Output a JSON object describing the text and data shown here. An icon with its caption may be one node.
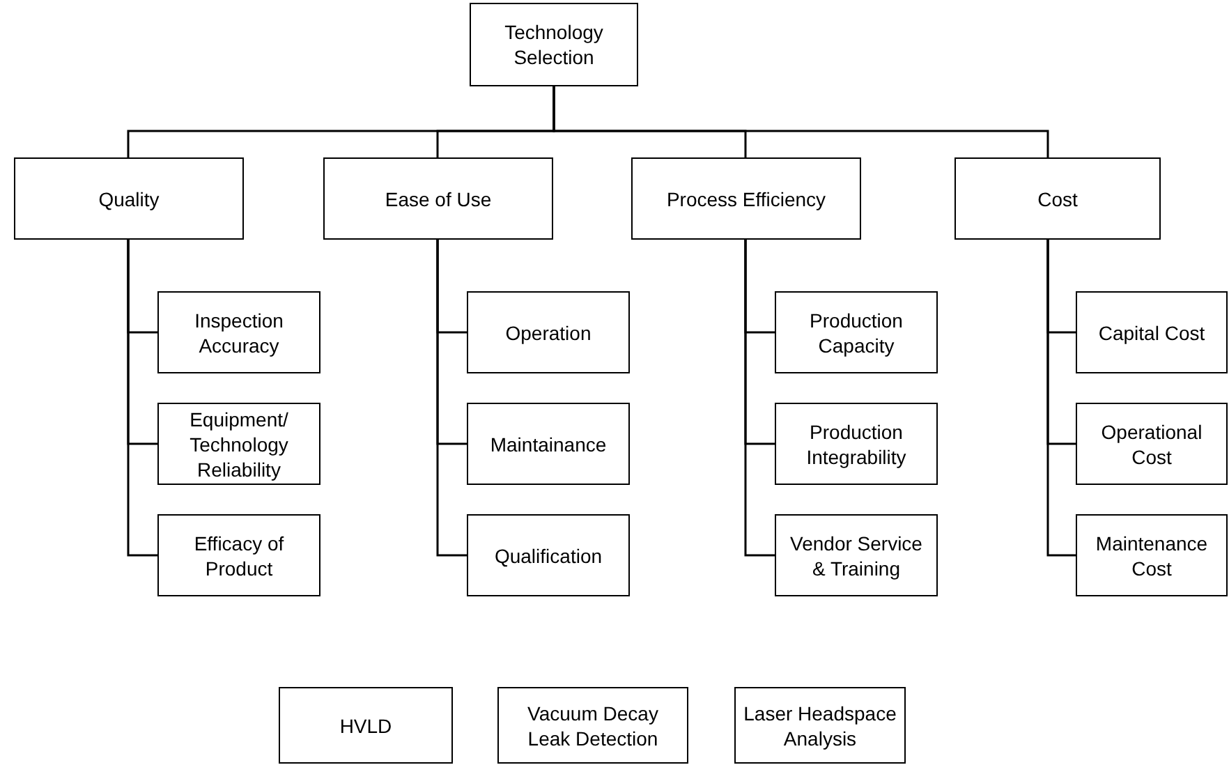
{
  "diagram": {
    "nodes": [
      {
        "text": [
          "Technology Selection"
        ]
      },
      {
        "text": [
          "Quality"
        ]
      },
      {
        "text": [
          "Ease of Use"
        ]
      },
      {
        "text": [
          "Process Efficiency"
        ]
      },
      {
        "text": [
          "Cost"
        ]
      },
      {
        "text": [
          "Inspection Accuracy"
        ]
      },
      {
        "text": [
          "Equipment/ Technology Reliability"
        ]
      },
      {
        "text": [
          "Efficacy of Product"
        ]
      },
      {
        "text": [
          "Operation"
        ]
      },
      {
        "text": [
          "Maintainance"
        ]
      },
      {
        "text": [
          "Qualification"
        ]
      },
      {
        "text": [
          "Production Capacity"
        ]
      },
      {
        "text": [
          "Production Integrability"
        ]
      },
      {
        "text": [
          "Vendor Service & Training"
        ]
      },
      {
        "text": [
          "Capital Cost"
        ]
      },
      {
        "text": [
          "Operational Cost"
        ]
      },
      {
        "text": [
          "Maintenance Cost"
        ]
      },
      {
        "text": [
          "HVLD"
        ]
      },
      {
        "text": [
          "Vacuum Decay Leak Detection"
        ]
      },
      {
        "text": [
          "Laser Headspace Analysis"
        ]
      }
    ],
    "edges": [
      {
        "from": 0,
        "to": 1,
        "arrow": "none"
      },
      {
        "from": 0,
        "to": 2,
        "arrow": "none"
      },
      {
        "from": 0,
        "to": 3,
        "arrow": "none"
      },
      {
        "from": 0,
        "to": 4,
        "arrow": "none"
      },
      {
        "from": 1,
        "to": 5,
        "arrow": "none"
      },
      {
        "from": 1,
        "to": 6,
        "arrow": "none"
      },
      {
        "from": 1,
        "to": 7,
        "arrow": "none"
      },
      {
        "from": 2,
        "to": 8,
        "arrow": "none"
      },
      {
        "from": 2,
        "to": 9,
        "arrow": "none"
      },
      {
        "from": 2,
        "to": 10,
        "arrow": "none"
      },
      {
        "from": 3,
        "to": 11,
        "arrow": "none"
      },
      {
        "from": 3,
        "to": 12,
        "arrow": "none"
      },
      {
        "from": 3,
        "to": 13,
        "arrow": "none"
      },
      {
        "from": 4,
        "to": 14,
        "arrow": "none"
      },
      {
        "from": 4,
        "to": 15,
        "arrow": "none"
      },
      {
        "from": 4,
        "to": 16,
        "arrow": "none"
      }
    ]
  }
}
